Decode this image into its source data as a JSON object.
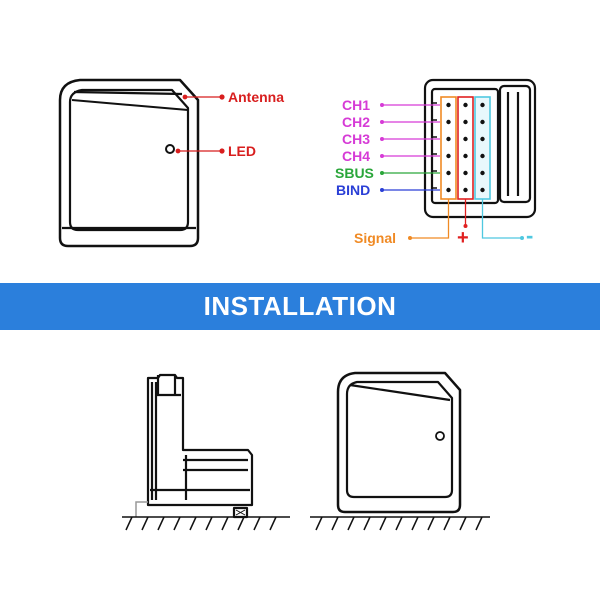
{
  "top_left": {
    "antenna_label": "Antenna",
    "led_label": "LED"
  },
  "pinout": {
    "channels": [
      {
        "label": "CH1",
        "color": "#d63bd6"
      },
      {
        "label": "CH2",
        "color": "#d63bd6"
      },
      {
        "label": "CH3",
        "color": "#d63bd6"
      },
      {
        "label": "CH4",
        "color": "#d63bd6"
      },
      {
        "label": "SBUS",
        "color": "#2aa63a"
      },
      {
        "label": "BIND",
        "color": "#2a3fd6"
      }
    ],
    "signal_label": "Signal",
    "plus_label": "+",
    "minus_label": "-",
    "signal_color": "#f08a24",
    "plus_color": "#e02020",
    "minus_color": "#4fc8e0"
  },
  "banner": {
    "title": "INSTALLATION",
    "color": "#2b7fdc"
  },
  "colors": {
    "red_label": "#d81e1e"
  }
}
